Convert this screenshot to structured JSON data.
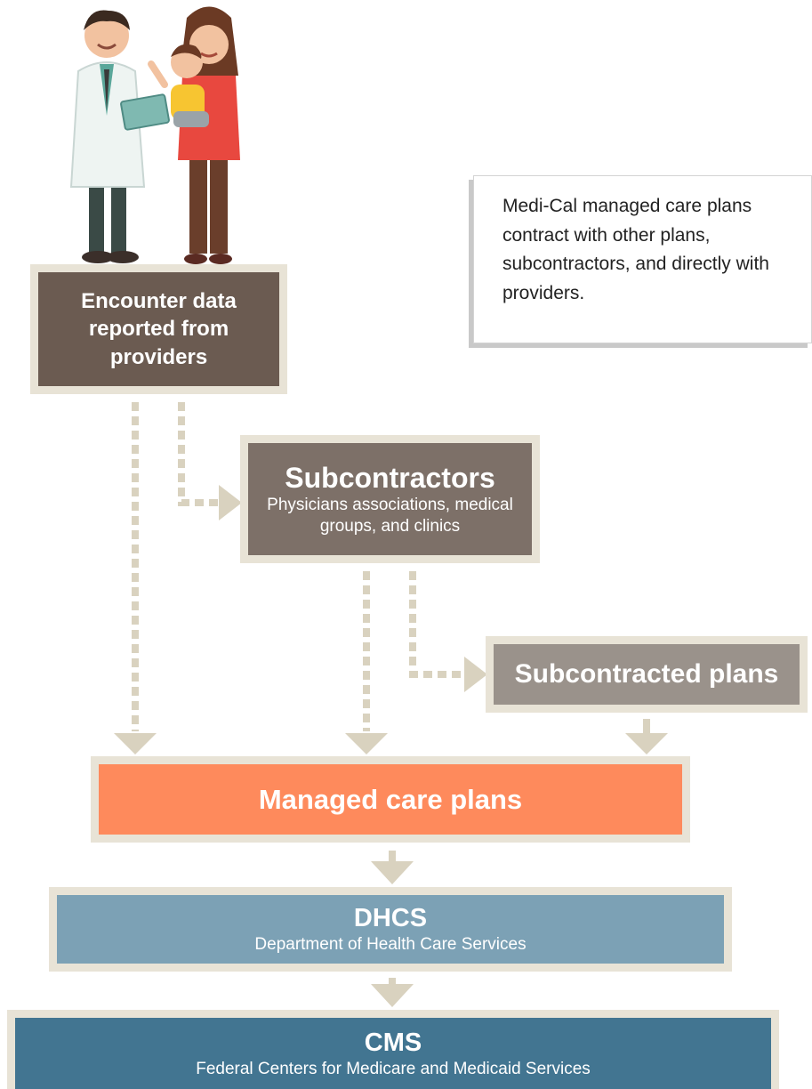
{
  "illustration": {
    "icon": "doctor-and-parent-with-child-illustration",
    "colors": {
      "coat": "#eef4f2",
      "pants": "#3a4a46",
      "shirt_red": "#e8483f",
      "child_shirt": "#f7c531",
      "mother_pants": "#6a3e2b"
    }
  },
  "boxes": {
    "providers": {
      "title": "Encounter data reported from providers"
    },
    "subcontractors": {
      "title": "Subcontractors",
      "subtitle": "Physicians associations, medical groups, and clinics"
    },
    "subcontracted_plans": {
      "title": "Subcontracted plans"
    },
    "managed_care_plans": {
      "title": "Managed care plans"
    },
    "dhcs": {
      "title": "DHCS",
      "subtitle": "Department of Health Care Services"
    },
    "cms": {
      "title": "CMS",
      "subtitle": "Federal Centers for Medicare and Medicaid Services"
    }
  },
  "note": {
    "text": "Medi-Cal managed care plans contract with other plans, subcontractors, and directly with providers."
  },
  "colors": {
    "box_border": "#e8e3d6",
    "providers": "#6b5b51",
    "subcontractors": "#7d7068",
    "subcontracted_plans": "#9a928b",
    "managed_care_plans": "#fe8a5c",
    "dhcs": "#7ca1b5",
    "cms": "#427591",
    "connector": "#d9d2bf"
  }
}
